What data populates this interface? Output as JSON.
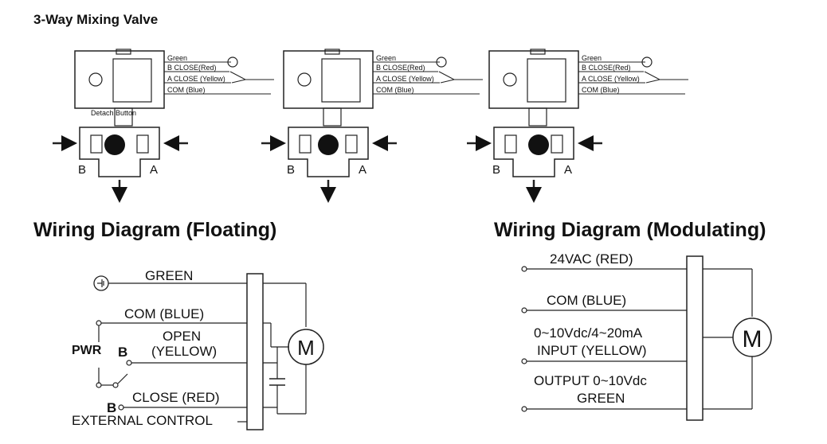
{
  "title": "3-Way Mixing Valve",
  "valves": [
    {
      "wires": [
        "Green",
        "B CLOSE(Red)",
        "A CLOSE (Yellow)",
        "COM (Blue)"
      ],
      "button_label": "Detach Button",
      "port_b": "B",
      "port_a": "A"
    },
    {
      "wires": [
        "Green",
        "B CLOSE(Red)",
        "A CLOSE (Yellow)",
        "COM (Blue)"
      ],
      "port_b": "B",
      "port_a": "A"
    },
    {
      "wires": [
        "Green",
        "B CLOSE(Red)",
        "A CLOSE (Yellow)",
        "COM (Blue)"
      ],
      "port_b": "B",
      "port_a": "A"
    }
  ],
  "floating": {
    "title": "Wiring Diagram (Floating)",
    "green": "GREEN",
    "com": "COM (BLUE)",
    "open_line1": "OPEN",
    "open_line2": "(YELLOW)",
    "pwr": "PWR",
    "b1": "B",
    "close": "CLOSE (RED)",
    "b2": "B",
    "external": "EXTERNAL CONTROL",
    "motor": "M"
  },
  "modulating": {
    "title": "Wiring Diagram (Modulating)",
    "vac": "24VAC (RED)",
    "com": "COM (BLUE)",
    "input_line1": "0~10Vdc/4~20mA",
    "input_line2": "INPUT (YELLOW)",
    "output_line1": "OUTPUT 0~10Vdc",
    "output_line2": "GREEN",
    "motor": "M"
  }
}
